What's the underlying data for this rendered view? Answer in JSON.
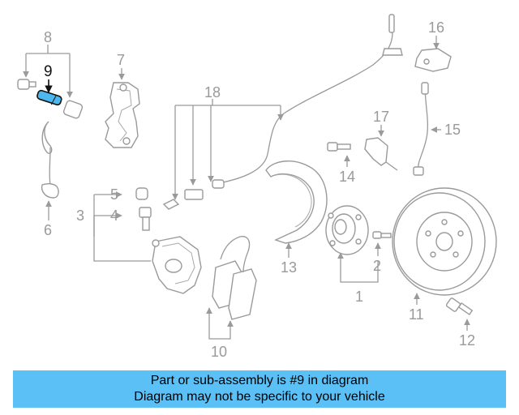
{
  "labels": {
    "l1": "1",
    "l2": "2",
    "l3": "3",
    "l4": "4",
    "l5": "5",
    "l6": "6",
    "l7": "7",
    "l8": "8",
    "l9": "9",
    "l10": "10",
    "l11": "11",
    "l12": "12",
    "l13": "13",
    "l14": "14",
    "l15": "15",
    "l16": "16",
    "l17": "17",
    "l18": "18"
  },
  "highlight": {
    "part_number": "9",
    "color": "#4db8f0"
  },
  "banner": {
    "line1": "Part or sub-assembly is #9 in diagram",
    "line2": "Diagram may not be specific to your vehicle",
    "background": "#5bc0f5"
  }
}
